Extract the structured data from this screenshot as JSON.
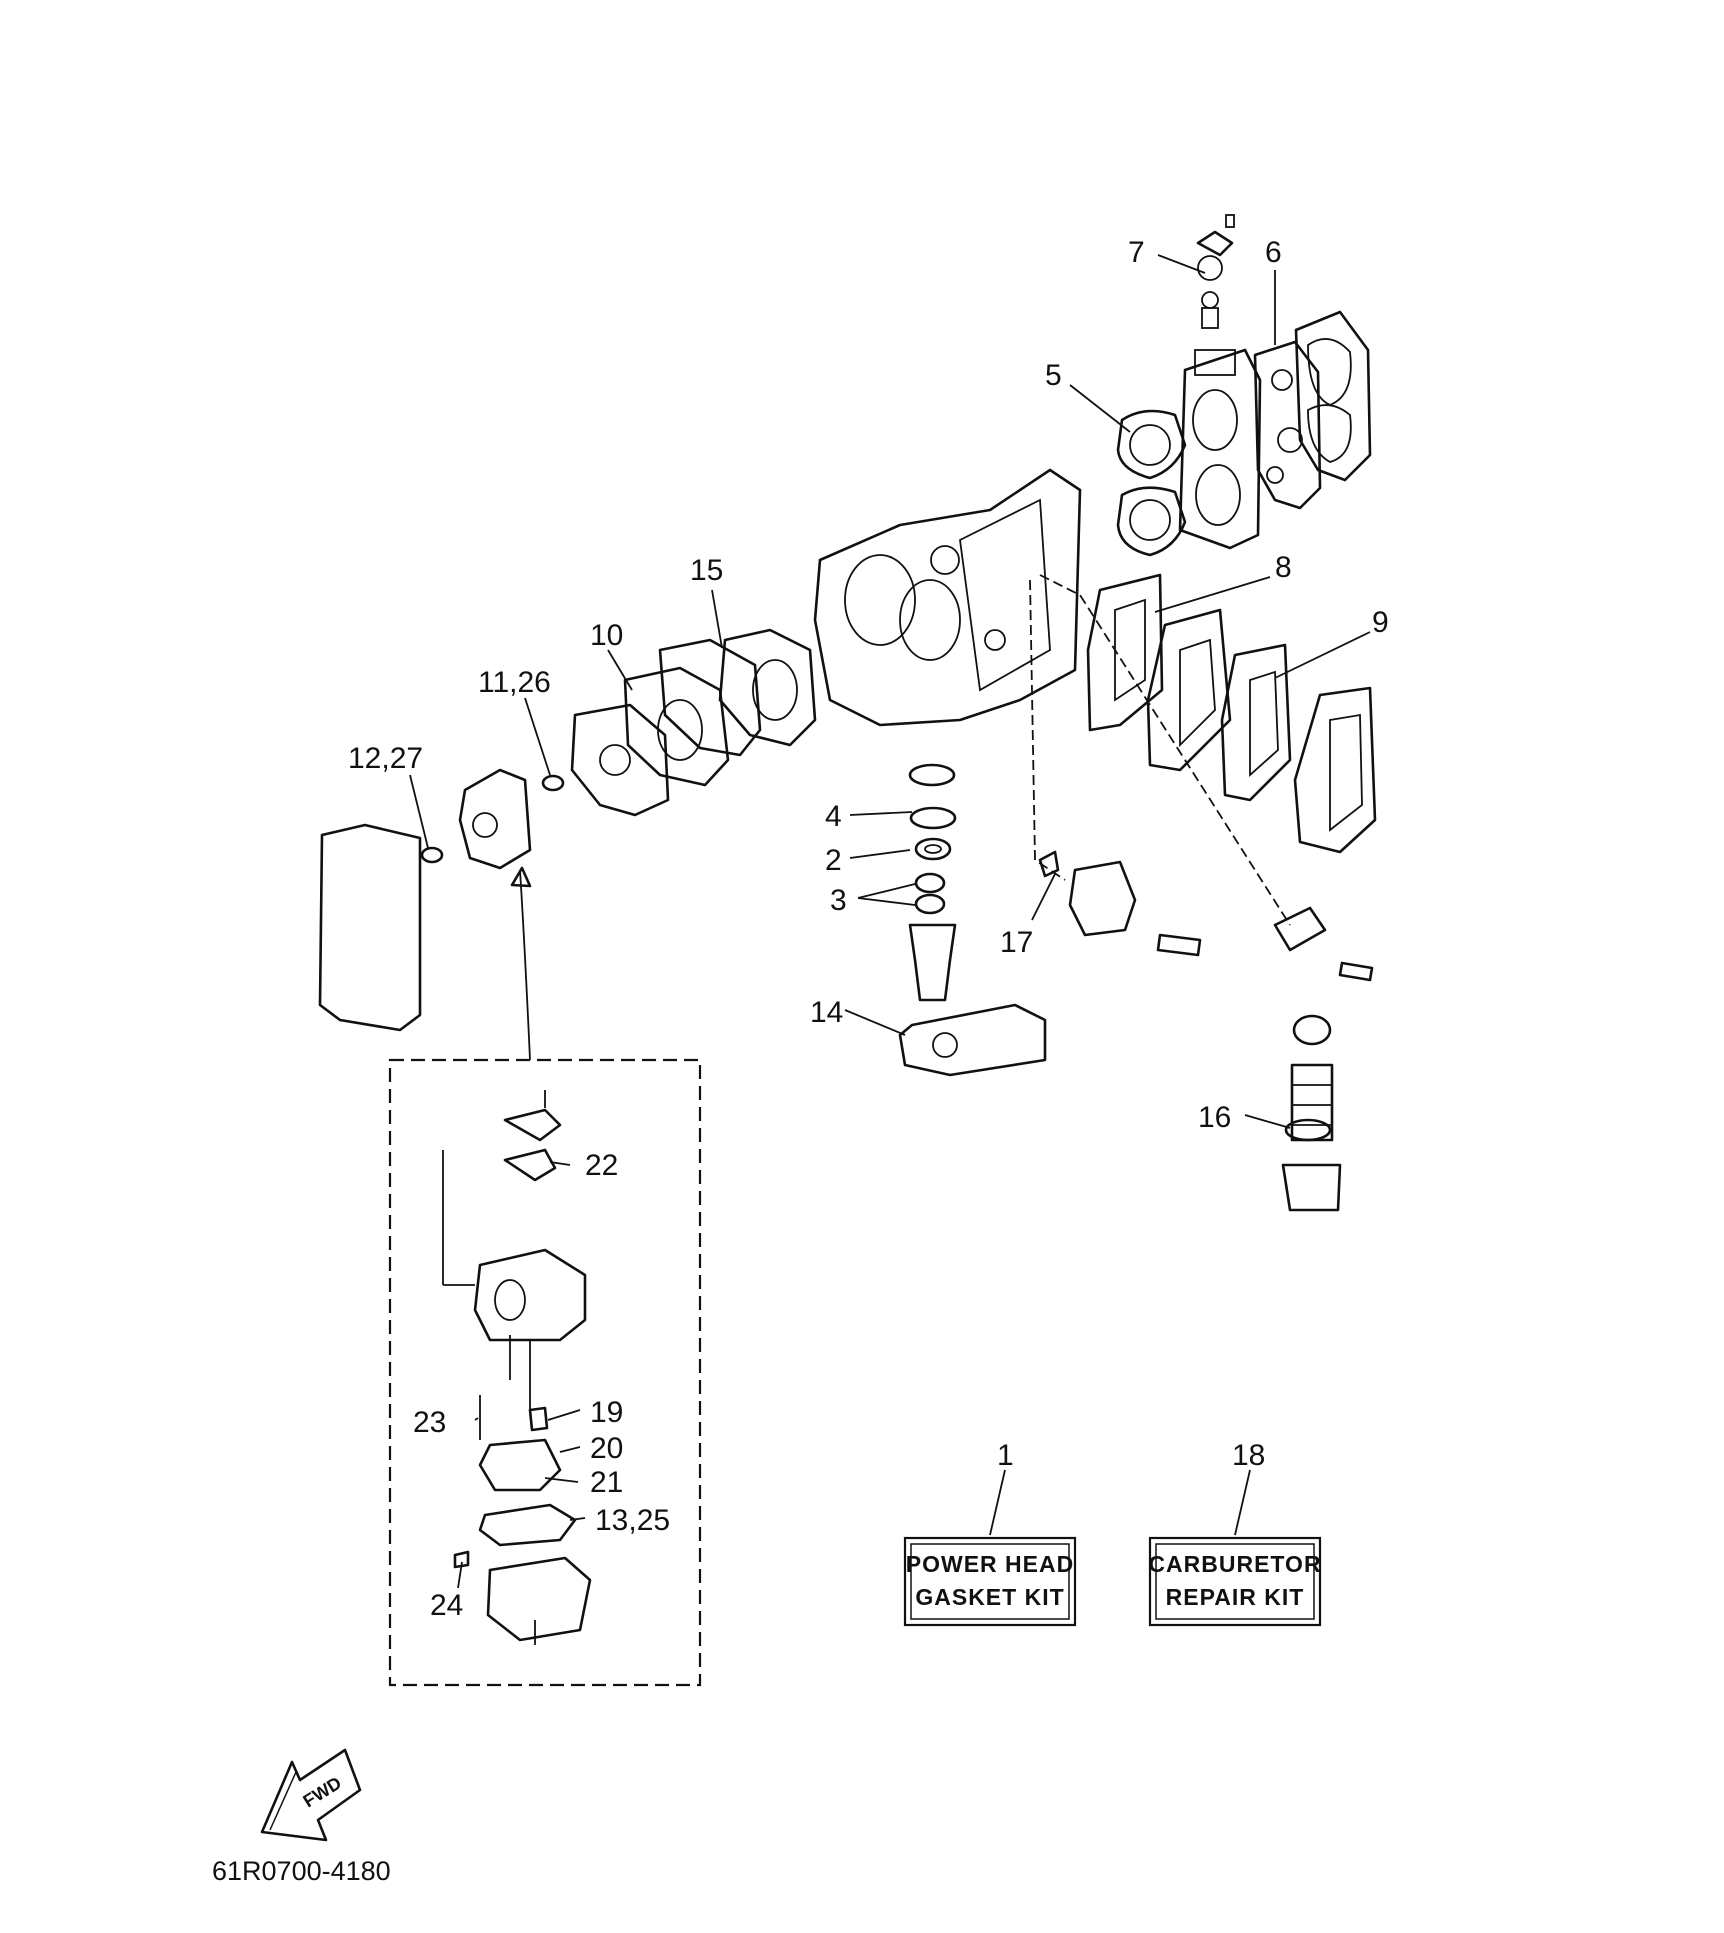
{
  "callouts": {
    "c1": "1",
    "c2": "2",
    "c3": "3",
    "c4": "4",
    "c5": "5",
    "c6": "6",
    "c7": "7",
    "c8": "8",
    "c9": "9",
    "c10": "10",
    "c11_26": "11,26",
    "c12_27": "12,27",
    "c13_25": "13,25",
    "c14": "14",
    "c15": "15",
    "c16": "16",
    "c17": "17",
    "c18": "18",
    "c19": "19",
    "c20": "20",
    "c21": "21",
    "c22": "22",
    "c23": "23",
    "c24": "24"
  },
  "kits": {
    "power_head": {
      "line1": "POWER HEAD",
      "line2": "GASKET KIT"
    },
    "carburetor": {
      "line1": "CARBURETOR",
      "line2": "REPAIR KIT"
    }
  },
  "fwd_label": "FWD",
  "part_number": "61R0700-4180"
}
